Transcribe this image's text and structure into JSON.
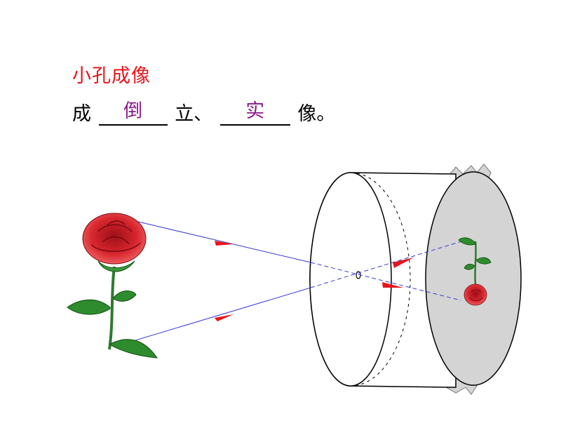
{
  "title": "小孔成像",
  "sentence": {
    "prefix": "成",
    "answer1": "倒",
    "middle": "立、",
    "answer2": "实",
    "suffix": "像。"
  },
  "colors": {
    "title": "#e8141b",
    "answer": "#8a1a8c",
    "ray": "#3a3ad6",
    "arrow": "#e8141b",
    "screen": "#d4d4d4",
    "rose_petal": "#d8262e",
    "leaf": "#2e8b2e"
  },
  "icons": [
    "rose-object",
    "rose-image-inverted",
    "pinhole-camera"
  ]
}
